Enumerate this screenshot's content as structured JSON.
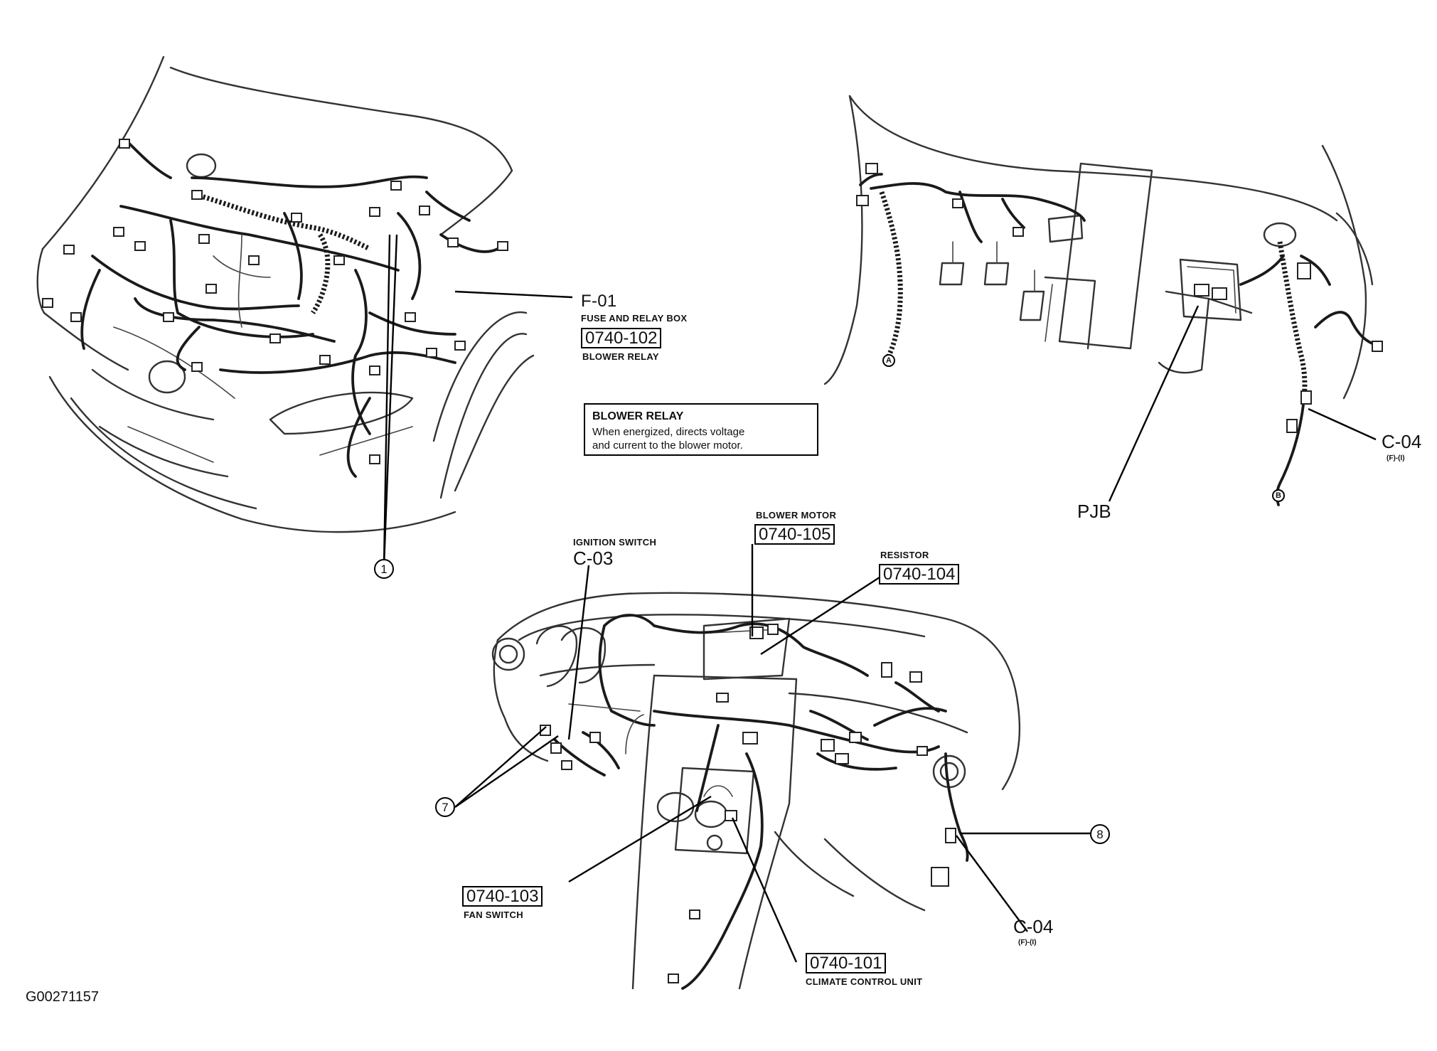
{
  "figure_id": "G00271157",
  "labels": {
    "f01_code": "F-01",
    "f01_name": "FUSE AND RELAY BOX",
    "blower_relay_ref": "0740-102",
    "blower_relay_name": "BLOWER RELAY",
    "ignition_switch_name": "IGNITION SWITCH",
    "ignition_switch_code": "C-03",
    "blower_motor_name": "BLOWER MOTOR",
    "blower_motor_ref": "0740-105",
    "resistor_name": "RESISTOR",
    "resistor_ref": "0740-104",
    "fan_switch_ref": "0740-103",
    "fan_switch_name": "FAN SWITCH",
    "climate_ref": "0740-101",
    "climate_name": "CLIMATE CONTROL UNIT",
    "pjb": "PJB",
    "c04_top_code": "C-04",
    "c04_top_sub": "(F)-(I)",
    "c04_bottom_code": "C-04",
    "c04_bottom_sub": "(F)-(I)"
  },
  "callout": {
    "title": "BLOWER RELAY",
    "line1": "When energized, directs voltage",
    "line2": "and current to the blower motor."
  },
  "markers": {
    "m1": "1",
    "m7": "7",
    "m8": "8",
    "a": "A",
    "b": "B"
  }
}
